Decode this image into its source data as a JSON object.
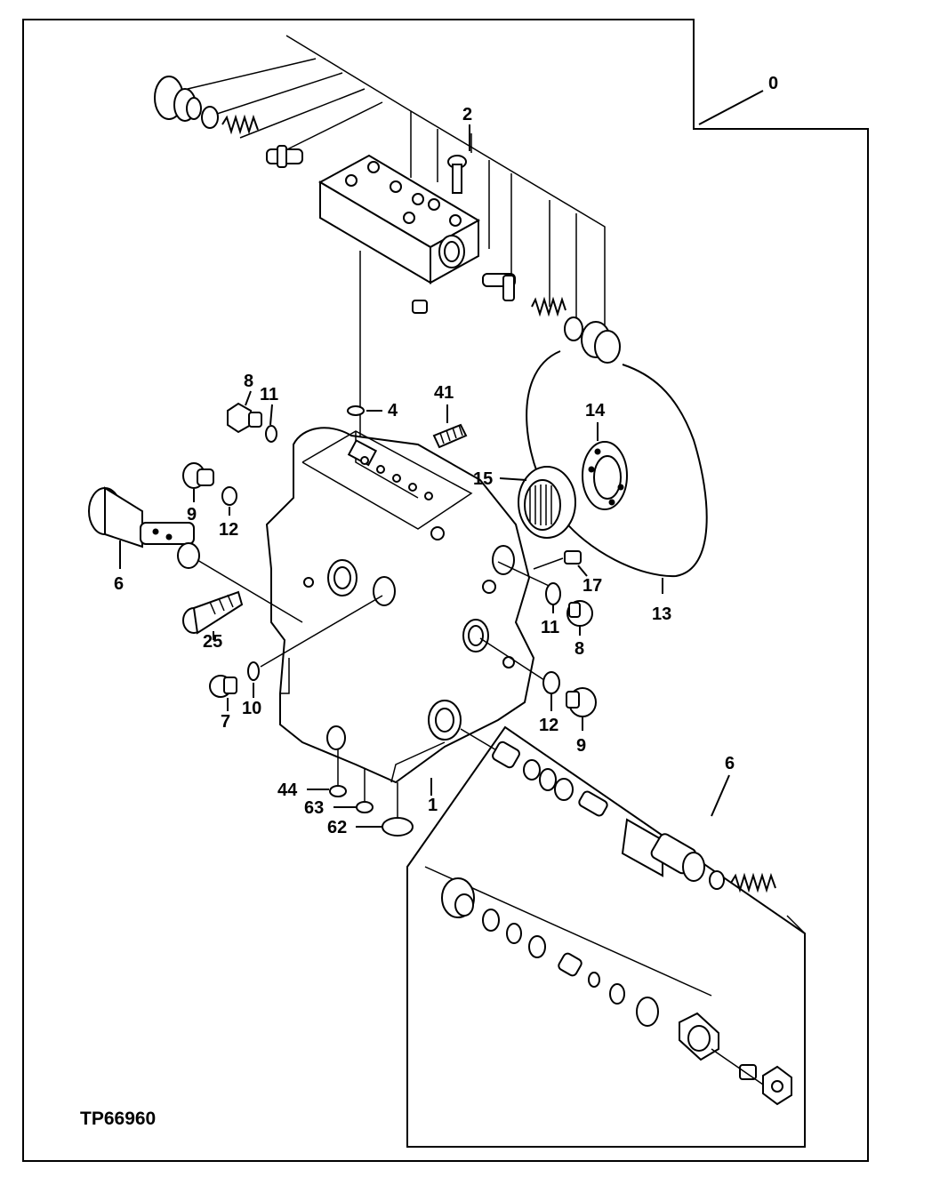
{
  "figure_code": "TP66960",
  "callouts": [
    {
      "id": "c0",
      "text": "0"
    },
    {
      "id": "c2",
      "text": "2"
    },
    {
      "id": "c4",
      "text": "4"
    },
    {
      "id": "c41",
      "text": "41"
    },
    {
      "id": "c8a",
      "text": "8"
    },
    {
      "id": "c11a",
      "text": "11"
    },
    {
      "id": "c14",
      "text": "14"
    },
    {
      "id": "c15",
      "text": "15"
    },
    {
      "id": "c9a",
      "text": "9"
    },
    {
      "id": "c12a",
      "text": "12"
    },
    {
      "id": "c6a",
      "text": "6"
    },
    {
      "id": "c25",
      "text": "25"
    },
    {
      "id": "c17",
      "text": "17"
    },
    {
      "id": "c13",
      "text": "13"
    },
    {
      "id": "c11b",
      "text": "11"
    },
    {
      "id": "c8b",
      "text": "8"
    },
    {
      "id": "c7",
      "text": "7"
    },
    {
      "id": "c10",
      "text": "10"
    },
    {
      "id": "c12b",
      "text": "12"
    },
    {
      "id": "c9b",
      "text": "9"
    },
    {
      "id": "c6b",
      "text": "6"
    },
    {
      "id": "c44",
      "text": "44"
    },
    {
      "id": "c63",
      "text": "63"
    },
    {
      "id": "c1",
      "text": "1"
    },
    {
      "id": "c62",
      "text": "62"
    }
  ]
}
